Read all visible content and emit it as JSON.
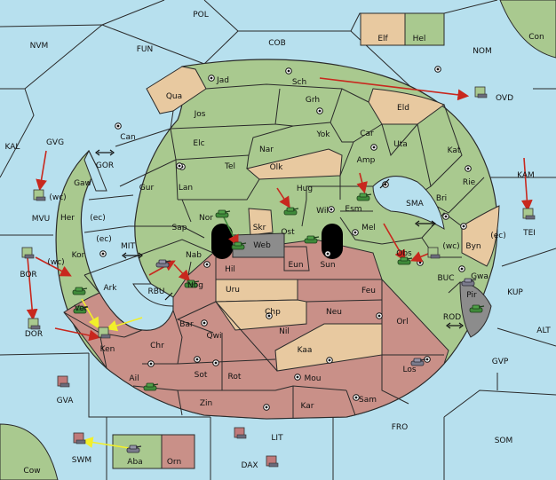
{
  "colors": {
    "sea": "#b7e0ee",
    "green": "#a9c98f",
    "tan": "#e8c9a0",
    "red": "#c99088",
    "gray": "#8c8c8c",
    "border": "#2a2a2a",
    "order_move": "#c8281e",
    "order_support": "#f2ef2a"
  },
  "provinces": [
    {
      "id": "POL",
      "label": "POL"
    },
    {
      "id": "NVM",
      "label": "NVM"
    },
    {
      "id": "FUN",
      "label": "FUN"
    },
    {
      "id": "COB",
      "label": "COB"
    },
    {
      "id": "NOM",
      "label": "NOM"
    },
    {
      "id": "Con",
      "label": "Con"
    },
    {
      "id": "Elf",
      "label": "Elf"
    },
    {
      "id": "Hel",
      "label": "Hel"
    },
    {
      "id": "KAL",
      "label": "KAL"
    },
    {
      "id": "GVG",
      "label": "GVG"
    },
    {
      "id": "GOR",
      "label": "GOR"
    },
    {
      "id": "MVU",
      "label": "MVU"
    },
    {
      "id": "KAM",
      "label": "KAM"
    },
    {
      "id": "TEI",
      "label": "TEI"
    },
    {
      "id": "OVD",
      "label": "OVD"
    },
    {
      "id": "Jad",
      "label": "Jad"
    },
    {
      "id": "Sch",
      "label": "Sch"
    },
    {
      "id": "Qua",
      "label": "Qua"
    },
    {
      "id": "Jos",
      "label": "Jos"
    },
    {
      "id": "Grh",
      "label": "Grh"
    },
    {
      "id": "Eld",
      "label": "Eld"
    },
    {
      "id": "Can",
      "label": "Can"
    },
    {
      "id": "Yok",
      "label": "Yok"
    },
    {
      "id": "Car",
      "label": "Car"
    },
    {
      "id": "Elc",
      "label": "Elc"
    },
    {
      "id": "Nar",
      "label": "Nar"
    },
    {
      "id": "Uta",
      "label": "Uta"
    },
    {
      "id": "Kat",
      "label": "Kat"
    },
    {
      "id": "Tel",
      "label": "Tel"
    },
    {
      "id": "Olk",
      "label": "Olk"
    },
    {
      "id": "Amp",
      "label": "Amp"
    },
    {
      "id": "Gaw",
      "label": "Gaw"
    },
    {
      "id": "Gur",
      "label": "Gur"
    },
    {
      "id": "Lan",
      "label": "Lan"
    },
    {
      "id": "Hug",
      "label": "Hug"
    },
    {
      "id": "Rie",
      "label": "Rie"
    },
    {
      "id": "Bri",
      "label": "Bri"
    },
    {
      "id": "Esm",
      "label": "Esm"
    },
    {
      "id": "SMA",
      "label": "SMA"
    },
    {
      "id": "Her",
      "label": "Her"
    },
    {
      "id": "Sap",
      "label": "Sap"
    },
    {
      "id": "Nor",
      "label": "Nor"
    },
    {
      "id": "Wil",
      "label": "Wil"
    },
    {
      "id": "Skr",
      "label": "Skr"
    },
    {
      "id": "Web",
      "label": "Web"
    },
    {
      "id": "Ost",
      "label": "Ost"
    },
    {
      "id": "Mel",
      "label": "Mel"
    },
    {
      "id": "Byn",
      "label": "Byn"
    },
    {
      "id": "Kor",
      "label": "Kor"
    },
    {
      "id": "MIT",
      "label": "MIT"
    },
    {
      "id": "Nab",
      "label": "Nab"
    },
    {
      "id": "Eun",
      "label": "Eun"
    },
    {
      "id": "Sun",
      "label": "Sun"
    },
    {
      "id": "Obs",
      "label": "Obs"
    },
    {
      "id": "BOR",
      "label": "BOR"
    },
    {
      "id": "Hil",
      "label": "Hil"
    },
    {
      "id": "Nog",
      "label": "Nog"
    },
    {
      "id": "BUC",
      "label": "BUC"
    },
    {
      "id": "Gwa",
      "label": "Gwa"
    },
    {
      "id": "KUP",
      "label": "KUP"
    },
    {
      "id": "Ark",
      "label": "Ark"
    },
    {
      "id": "RBU",
      "label": "RBU"
    },
    {
      "id": "Uru",
      "label": "Uru"
    },
    {
      "id": "Feu",
      "label": "Feu"
    },
    {
      "id": "Pir",
      "label": "Pir"
    },
    {
      "id": "Ver",
      "label": "Ver"
    },
    {
      "id": "Chp",
      "label": "Chp"
    },
    {
      "id": "Neu",
      "label": "Neu"
    },
    {
      "id": "Orl",
      "label": "Orl"
    },
    {
      "id": "DOR",
      "label": "DOR"
    },
    {
      "id": "Bar",
      "label": "Bar"
    },
    {
      "id": "ROD",
      "label": "ROD"
    },
    {
      "id": "ALT",
      "label": "ALT"
    },
    {
      "id": "Qwi",
      "label": "Qwi"
    },
    {
      "id": "Nil",
      "label": "Nil"
    },
    {
      "id": "Ken",
      "label": "Ken"
    },
    {
      "id": "Chr",
      "label": "Chr"
    },
    {
      "id": "Kaa",
      "label": "Kaa"
    },
    {
      "id": "GVP",
      "label": "GVP"
    },
    {
      "id": "Sot",
      "label": "Sot"
    },
    {
      "id": "Rot",
      "label": "Rot"
    },
    {
      "id": "Los",
      "label": "Los"
    },
    {
      "id": "Ail",
      "label": "Ail"
    },
    {
      "id": "Mou",
      "label": "Mou"
    },
    {
      "id": "GVA",
      "label": "GVA"
    },
    {
      "id": "Sam",
      "label": "Sam"
    },
    {
      "id": "Zin",
      "label": "Zin"
    },
    {
      "id": "Kar",
      "label": "Kar"
    },
    {
      "id": "FRO",
      "label": "FRO"
    },
    {
      "id": "LIT",
      "label": "LIT"
    },
    {
      "id": "SOM",
      "label": "SOM"
    },
    {
      "id": "SWM",
      "label": "SWM"
    },
    {
      "id": "Aba",
      "label": "Aba"
    },
    {
      "id": "Orn",
      "label": "Orn"
    },
    {
      "id": "DAX",
      "label": "DAX"
    },
    {
      "id": "Cow",
      "label": "Cow"
    }
  ],
  "coast_labels": [
    {
      "id": "gaw-wc",
      "label": "(wc)"
    },
    {
      "id": "her-ec",
      "label": "(ec)"
    },
    {
      "id": "kor-ec",
      "label": "(ec)"
    },
    {
      "id": "kor-wc",
      "label": "(wc)"
    },
    {
      "id": "byn-wc",
      "label": "(wc)"
    },
    {
      "id": "byn-ec",
      "label": "(ec)"
    }
  ]
}
